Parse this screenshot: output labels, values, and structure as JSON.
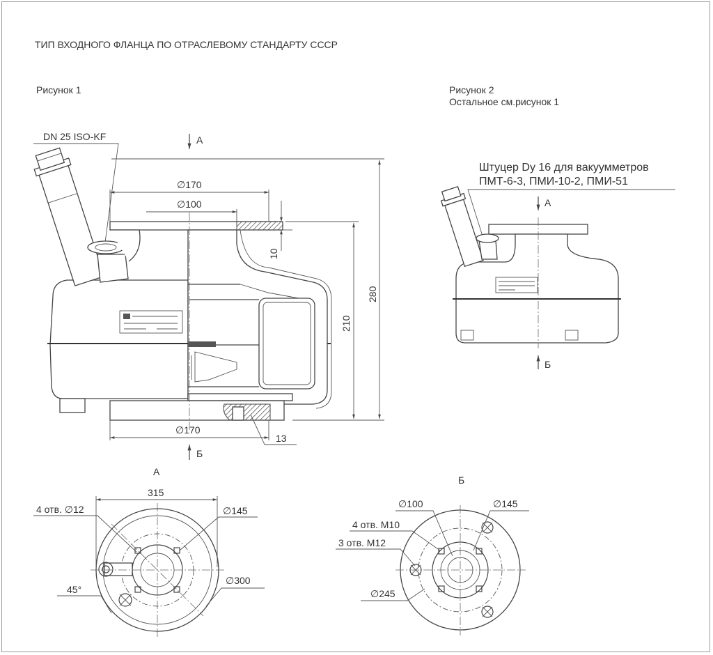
{
  "title": "ТИП ВХОДНОГО ФЛАНЦА ПО ОТРАСЛЕВОМУ СТАНДАРТУ СССР",
  "figure1": {
    "caption": "Рисунок 1",
    "flange_label": "DN 25 ISO-KF",
    "view_a": "А",
    "view_b": "Б",
    "dims": {
      "top_outer": "∅170",
      "top_inner": "∅100",
      "flange_thickness": "10",
      "inner_height": "210",
      "total_height": "280",
      "bottom_outer": "∅170",
      "bottom_thickness": "13"
    }
  },
  "figure2": {
    "caption": "Рисунок 2",
    "subcaption": "Остальное см.рисунок 1",
    "fitting_label_line1": "Штуцер Dy 16 для вакуумметров",
    "fitting_label_line2": "ПМТ-6-3, ПМИ-10-2, ПМИ-51",
    "view_a": "А",
    "view_b": "Б"
  },
  "view_a": {
    "title": "А",
    "width": "315",
    "holes": "4 отв. ∅12",
    "pcd": "∅145",
    "outer": "∅300",
    "angle": "45°"
  },
  "view_b": {
    "title": "Б",
    "inner": "∅100",
    "pcd": "∅145",
    "holes_m10": "4 отв. М10",
    "holes_m12": "3 отв. М12",
    "outer": "∅245"
  }
}
